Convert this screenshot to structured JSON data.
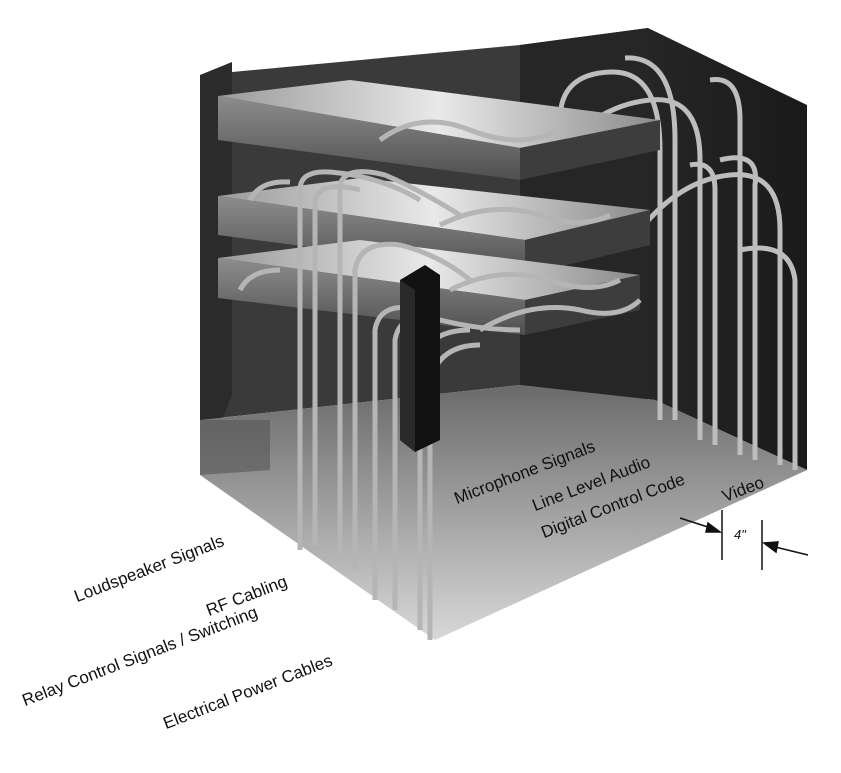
{
  "diagram": {
    "left_labels": [
      "Loudspeaker Signals",
      "RF Cabling",
      "Relay Control Signals / Switching",
      "Electrical Power Cables"
    ],
    "right_labels": [
      "Microphone Signals",
      "Line Level Audio",
      "Digital Control Code",
      "Video"
    ],
    "spacing_label": "4\""
  }
}
